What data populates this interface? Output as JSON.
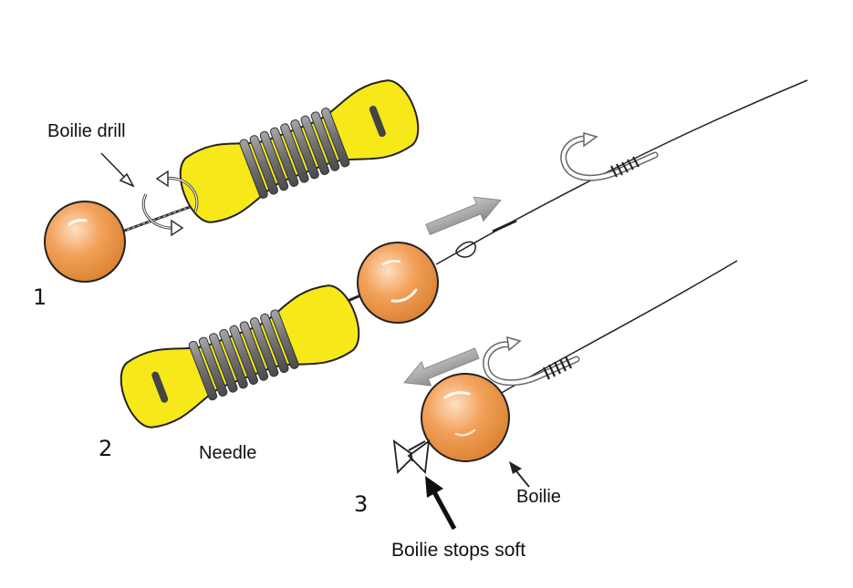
{
  "labels": {
    "drill": "Boilie drill",
    "needle": "Needle",
    "boilie": "Boilie",
    "stop": "Boilie stops soft"
  },
  "steps": {
    "one": "1",
    "two": "2",
    "three": "3"
  },
  "colors": {
    "needle_handle": "#f7e81a",
    "thread_wrap": "#7a7a7a",
    "boilie": "#f2a25a",
    "boilie_dark": "#d47a2c",
    "direction_arrow": "#9a9a9a",
    "outline": "#222222"
  },
  "icons": [
    "drill-rotation-icon",
    "hook-icon",
    "direction-arrow-icon",
    "pointer-arrow-icon",
    "boilie-stop-icon"
  ]
}
